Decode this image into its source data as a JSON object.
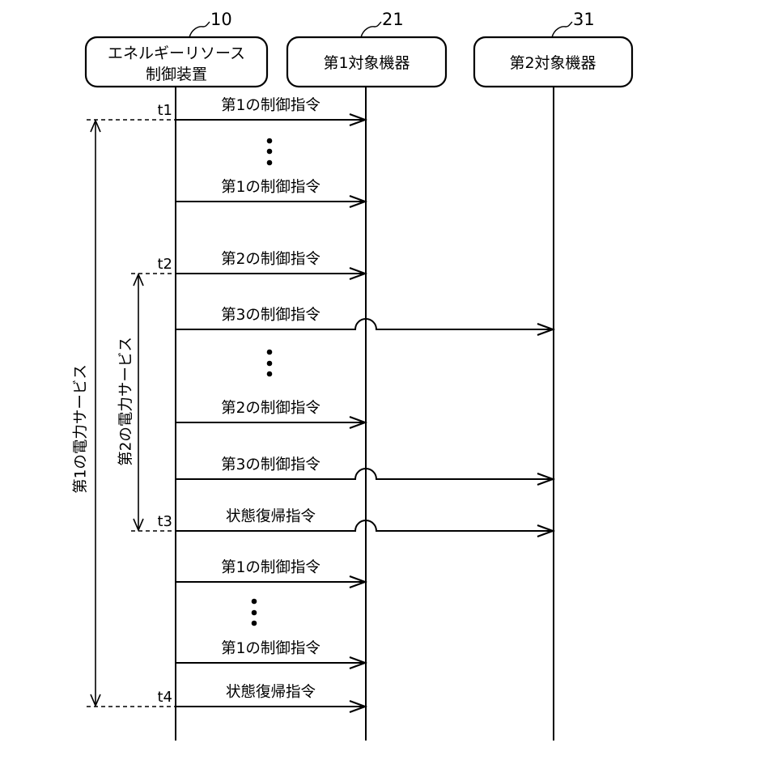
{
  "diagram": {
    "type": "sequence-diagram",
    "participants": [
      {
        "id": "p10",
        "ref": "10",
        "label_lines": [
          "エネルギーリソース",
          "制御装置"
        ]
      },
      {
        "id": "p21",
        "ref": "21",
        "label_lines": [
          "第1対象機器"
        ]
      },
      {
        "id": "p31",
        "ref": "31",
        "label_lines": [
          "第2対象機器"
        ]
      }
    ],
    "time_markers": [
      {
        "label": "t1",
        "at_message": 0
      },
      {
        "label": "t2",
        "at_message": 2
      },
      {
        "label": "t3",
        "at_message": 6
      },
      {
        "label": "t4",
        "at_message": 9
      }
    ],
    "messages": [
      {
        "label": "第1の制御指令",
        "from": "p10",
        "to": "p21"
      },
      {
        "label": "第1の制御指令",
        "from": "p10",
        "to": "p21"
      },
      {
        "label": "第2の制御指令",
        "from": "p10",
        "to": "p21"
      },
      {
        "label": "第3の制御指令",
        "from": "p10",
        "to": "p31",
        "crosses": [
          "p21"
        ]
      },
      {
        "label": "第2の制御指令",
        "from": "p10",
        "to": "p21"
      },
      {
        "label": "第3の制御指令",
        "from": "p10",
        "to": "p31",
        "crosses": [
          "p21"
        ]
      },
      {
        "label": "状態復帰指令",
        "from": "p10",
        "to": "p31",
        "crosses": [
          "p21"
        ]
      },
      {
        "label": "第1の制御指令",
        "from": "p10",
        "to": "p21"
      },
      {
        "label": "第1の制御指令",
        "from": "p10",
        "to": "p21"
      },
      {
        "label": "状態復帰指令",
        "from": "p10",
        "to": "p21"
      }
    ],
    "ellipses": [
      {
        "after_message": 0,
        "symbol": "⋮"
      },
      {
        "after_message": 3,
        "symbol": "⋮"
      },
      {
        "after_message": 7,
        "symbol": "⋮"
      }
    ],
    "periods": [
      {
        "label": "第1の電力サービス",
        "start": "t1",
        "end": "t4"
      },
      {
        "label": "第2の電力サービス",
        "start": "t2",
        "end": "t3"
      }
    ]
  }
}
